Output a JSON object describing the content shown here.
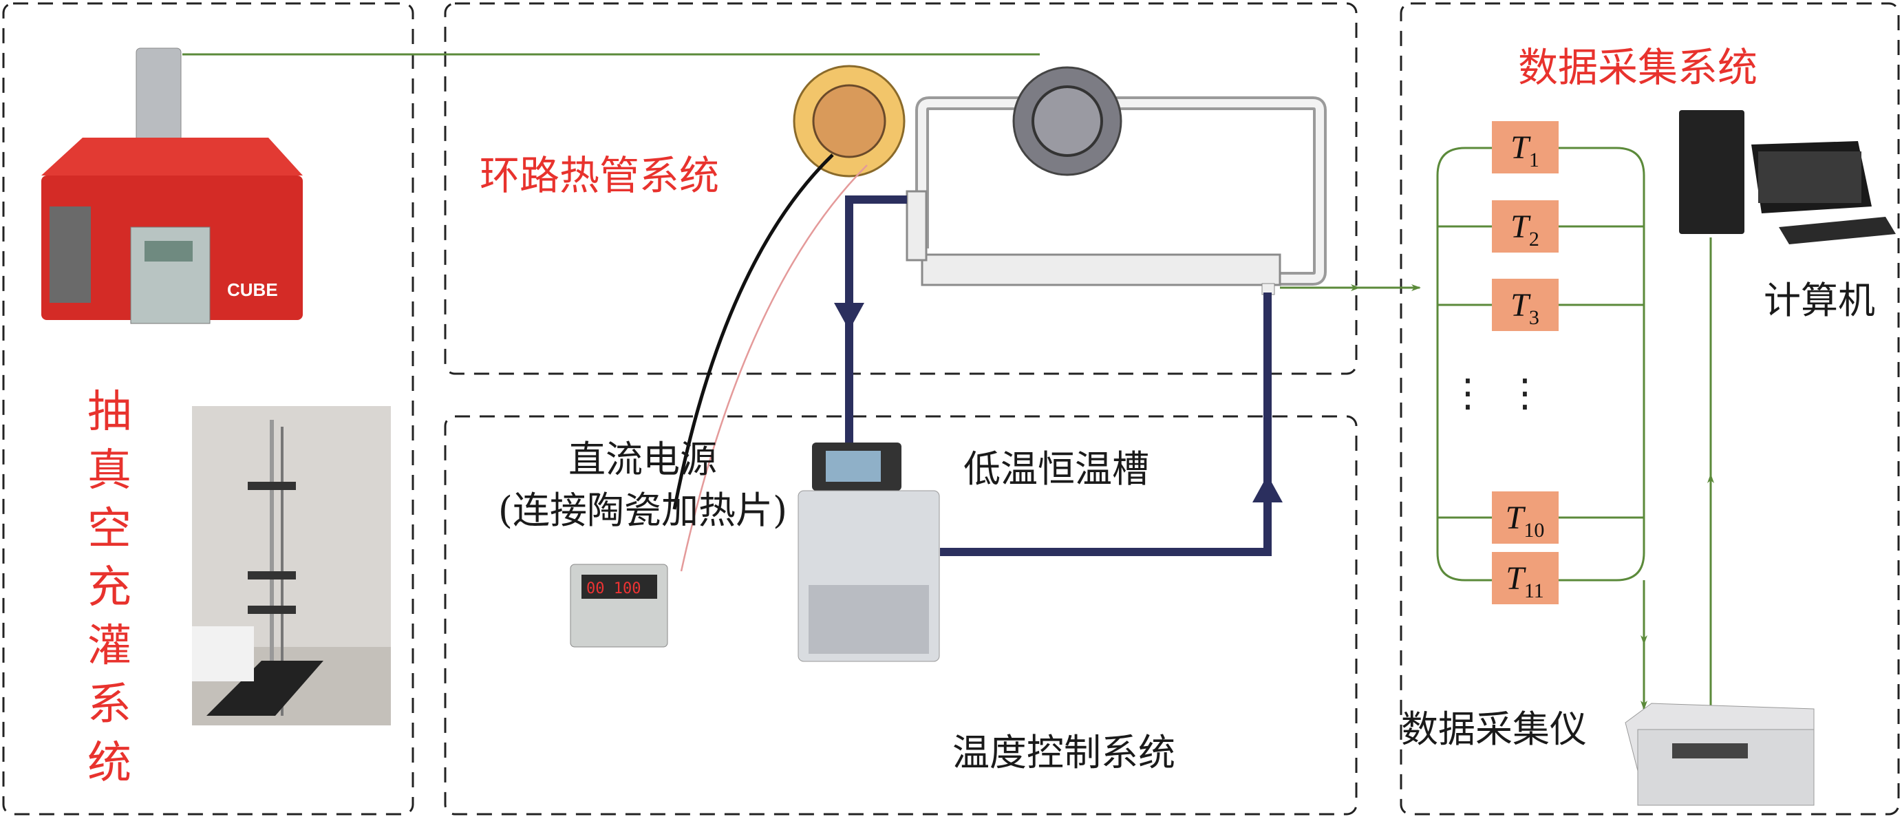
{
  "panels": {
    "vacuum": {
      "title": "抽真空充灌系统",
      "chars": [
        "抽",
        "真",
        "空",
        "充",
        "灌",
        "系",
        "统"
      ]
    },
    "loop": {
      "title": "环路热管系统"
    },
    "temperature": {
      "title": "温度控制系统",
      "power_supply": "直流电源",
      "power_supply_note": "(连接陶瓷加热片)",
      "thermostat": "低温恒温槽"
    },
    "data": {
      "title": "数据采集系统",
      "computer": "计算机",
      "logger": "数据采集仪",
      "sensors": [
        {
          "symbol": "T",
          "sub": "1"
        },
        {
          "symbol": "T",
          "sub": "2"
        },
        {
          "symbol": "T",
          "sub": "3"
        },
        {
          "symbol": "T",
          "sub": "10"
        },
        {
          "symbol": "T",
          "sub": "11"
        }
      ],
      "ellipsis": "⋮"
    }
  },
  "colors": {
    "red": "#e8322d",
    "green": "#5b8a3a",
    "navy": "#2b2f5e",
    "sensor": "#f0a07a"
  }
}
